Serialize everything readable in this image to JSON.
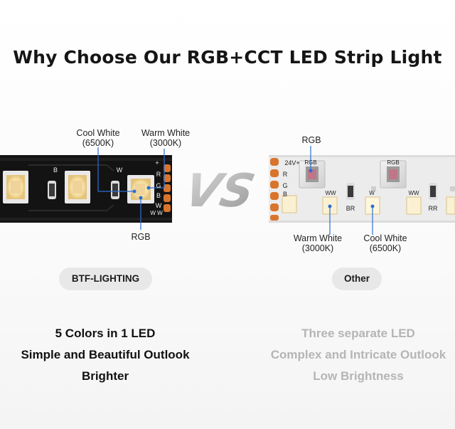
{
  "title": "Why Choose Our RGB+CCT LED Strip Light",
  "left_strip": {
    "labels": {
      "cool_white": "Cool White",
      "cool_white_k": "(6500K)",
      "warm_white": "Warm White",
      "warm_white_k": "(3000K)",
      "rgb": "RGB"
    },
    "pad_labels": [
      "+",
      "R",
      "G",
      "B",
      "W",
      "W W"
    ],
    "chip_marks": [
      "B",
      "W"
    ]
  },
  "vs_text": "VS",
  "right_strip": {
    "labels": {
      "rgb": "RGB",
      "warm_white": "Warm White",
      "warm_white_k": "(3000K)",
      "cool_white": "Cool White",
      "cool_white_k": "(6500K)"
    },
    "pad_labels": [
      "24V+",
      "R",
      "G",
      "B"
    ],
    "chip_marks": [
      "RGB",
      "RGB",
      "WW",
      "W",
      "WW",
      "BR",
      "RR"
    ]
  },
  "brands": {
    "left": "BTF-LIGHTING",
    "right": "Other"
  },
  "features_left": [
    "5 Colors in 1 LED",
    "Simple and Beautiful Outlook",
    "Brighter"
  ],
  "features_right": [
    "Three separate LED",
    "Complex and Intricate Outlook",
    "Low Brightness"
  ],
  "colors": {
    "title": "#151515",
    "left_strip": "#131313",
    "right_strip": "#ececec",
    "copper_pad": "#d9742c",
    "pill_bg": "#e8e8e8",
    "feature_right": "#b5b5b5"
  }
}
